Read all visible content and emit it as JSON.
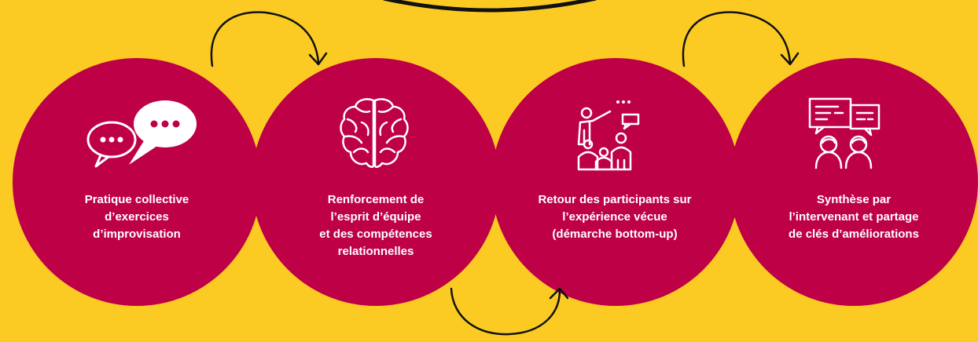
{
  "colors": {
    "background": "#FBCB24",
    "circle": "#BE0047",
    "icon_and_text": "#FFFFFF",
    "arrows": "#111111"
  },
  "steps": [
    {
      "icon": "speech-bubbles-icon",
      "label": "Pratique collective\nd’exercices\nd’improvisation"
    },
    {
      "icon": "brain-icon",
      "label": "Renforcement de\nl’esprit d’équipe\net des compétences\nrelationnelles"
    },
    {
      "icon": "presenter-audience-icon",
      "label": "Retour des participants sur\nl’expérience vécue\n(démarche bottom-up)"
    },
    {
      "icon": "people-discussion-icon",
      "label": "Synthèse par\nl’intervenant et partage\nde clés d’améliorations"
    }
  ]
}
